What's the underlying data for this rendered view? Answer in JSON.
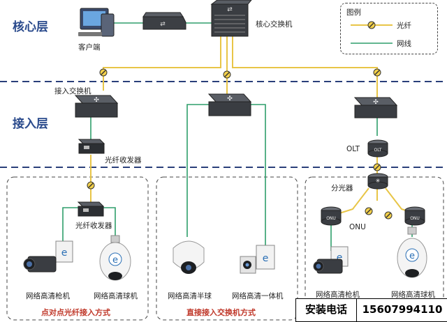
{
  "layers": {
    "core": "核心层",
    "access": "接入层"
  },
  "legend": {
    "title": "图例",
    "fiber": "光纤",
    "network": "网线"
  },
  "colors": {
    "fiber": "#e8c547",
    "network": "#2e9e6b",
    "divider": "#2a3f7a",
    "caption": "#c0392b"
  },
  "nodes": {
    "client": "客户端",
    "core_switch": "核心交换机",
    "access_switch": "接入交换机",
    "transceiver_top": "光纤收发器",
    "transceiver_bottom": "光纤收发器",
    "olt": "OLT",
    "splitter": "分光器",
    "onu_left": "ONU",
    "onu_label": "ONU",
    "onu_right": "ONU"
  },
  "cameras": {
    "g1_bullet": "网络高清枪机",
    "g1_dome": "网络高清球机",
    "g2_half": "网络高清半球",
    "g2_integrated": "网络高清一体机",
    "g3_bullet": "网络高清枪机",
    "g3_dome": "网络高清球机"
  },
  "groups": {
    "g1": "点对点光纤接入方式",
    "g2": "直接接入交换机方式"
  },
  "banner": {
    "label": "安装电话",
    "phone": "15607994110"
  }
}
